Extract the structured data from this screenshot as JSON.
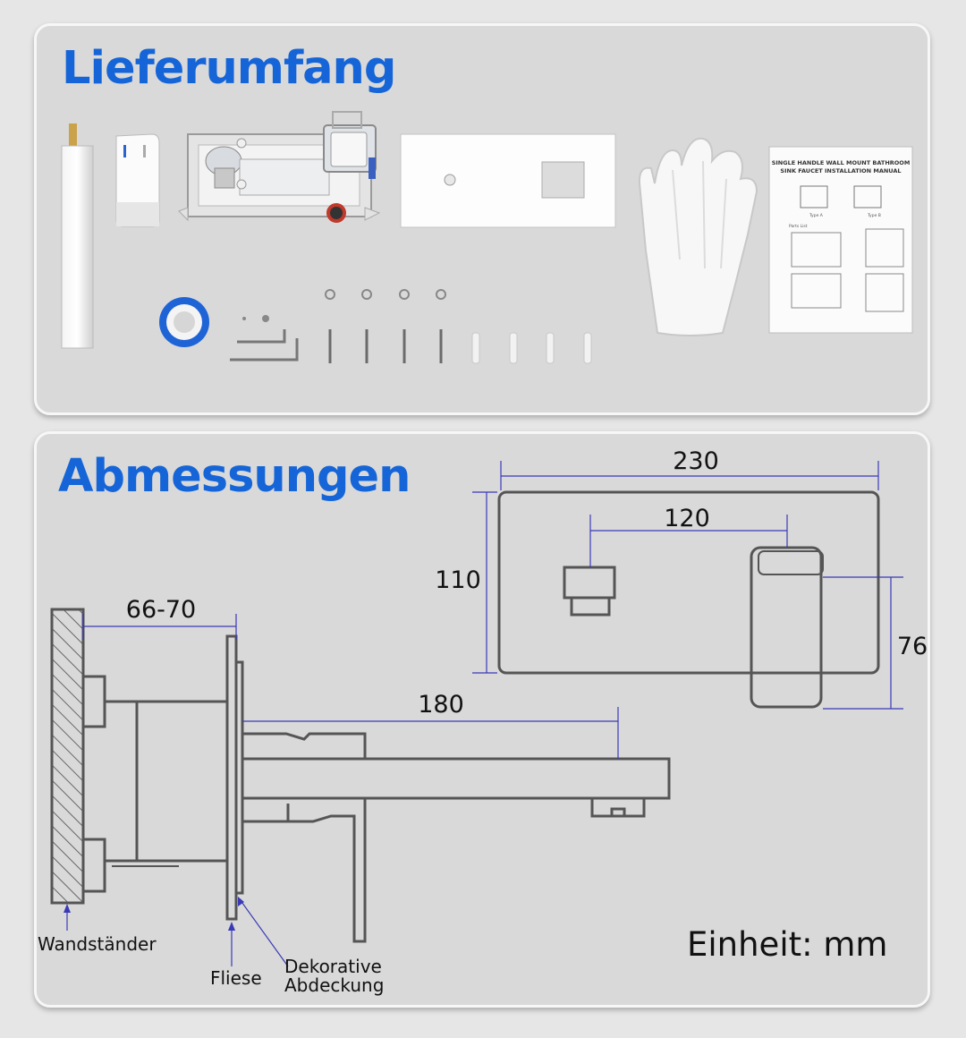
{
  "sections": {
    "contents_title": "Lieferumfang",
    "dimensions_title": "Abmessungen"
  },
  "manual": {
    "title_line1": "SINGLE HANDLE WALL MOUNT BATHROOM",
    "title_line2": "SINK FAUCET INSTALLATION MANUAL",
    "type_a": "Type A",
    "type_b": "Type B",
    "parts_list": "Parts List"
  },
  "dimensions": {
    "width": "230",
    "spacing": "120",
    "height": "110",
    "handle_height": "76",
    "wall_depth": "66-70",
    "spout_length": "180"
  },
  "labels": {
    "wall_stand": "Wandständer",
    "tile": "Fliese",
    "cover_line1": "Dekorative",
    "cover_line2": "Abdeckung",
    "unit": "Einheit: mm"
  },
  "colors": {
    "title_blue": "#1565d8",
    "dimension_line": "#3a3ab8",
    "drawing": "#555555"
  }
}
